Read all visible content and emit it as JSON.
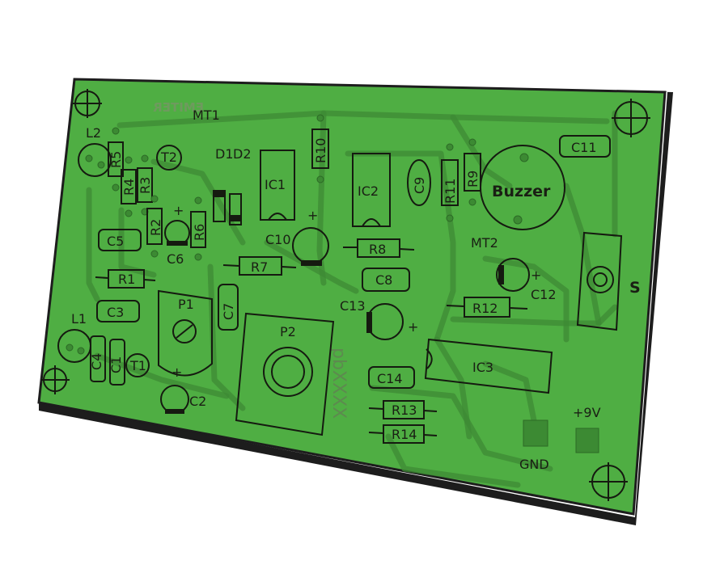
{
  "board": {
    "colors": {
      "board": "#4fae43",
      "board_edge": "#1d1d1d",
      "trace": "#3e8a34",
      "outline": "#151a10",
      "background": "#ffffff"
    },
    "mirrored_texts": {
      "emitter": "EMITER",
      "pcb_code": "pbXXXX"
    },
    "labels": {
      "mt1": "MT1",
      "mt2": "MT2",
      "l1": "L1",
      "l2": "L2",
      "r1": "R1",
      "r2": "R2",
      "r3": "R3",
      "r4": "R4",
      "r5": "R5",
      "r6": "R6",
      "r7": "R7",
      "r8": "R8",
      "r9": "R9",
      "r10": "R10",
      "r11": "R11",
      "r12": "R12",
      "r13": "R13",
      "r14": "R14",
      "c1": "C1",
      "c2": "C2",
      "c3": "C3",
      "c4": "C4",
      "c5": "C5",
      "c6": "C6",
      "c7": "C7",
      "c8": "C8",
      "c9": "C9",
      "c10": "C10",
      "c11": "C11",
      "c12": "C12",
      "c13": "C13",
      "c14": "C14",
      "d1": "D1",
      "d2": "D2",
      "t1": "T1",
      "t2": "T2",
      "ic1": "IC1",
      "ic2": "IC2",
      "ic3": "IC3",
      "p1": "P1",
      "p2": "P2",
      "buzzer": "Buzzer",
      "switch": "S",
      "vcc": "+9V",
      "gnd": "GND",
      "plus": "+"
    }
  }
}
